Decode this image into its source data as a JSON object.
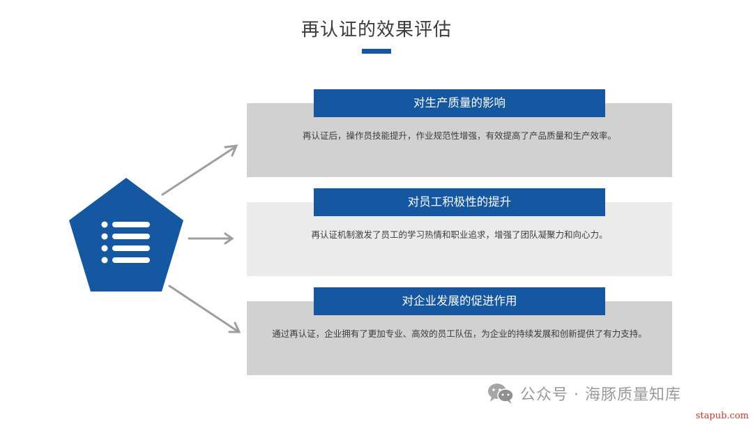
{
  "title": "再认证的效果评估",
  "icon": "list-icon",
  "cards": [
    {
      "heading": "对生产质量的影响",
      "text": "再认证后，操作员技能提升，作业规范性增强，有效提高了产品质量和生产效率。"
    },
    {
      "heading": "对员工积极性的提升",
      "text": "再认证机制激发了员工的学习热情和职业追求，增强了团队凝聚力和向心力。"
    },
    {
      "heading": "对企业发展的促进作用",
      "text": "通过再认证，企业拥有了更加专业、高效的员工队伍，为企业的持续发展和创新提供了有力支持。"
    }
  ],
  "watermark": {
    "icon": "wechat-icon",
    "text": "公众号 · 海豚质量知库"
  },
  "site": "stapub.com",
  "colors": {
    "accent": "#1557a0",
    "card_gray": "#d1d1d1",
    "card_light": "#ebebeb",
    "arrow": "#9e9e9e"
  }
}
